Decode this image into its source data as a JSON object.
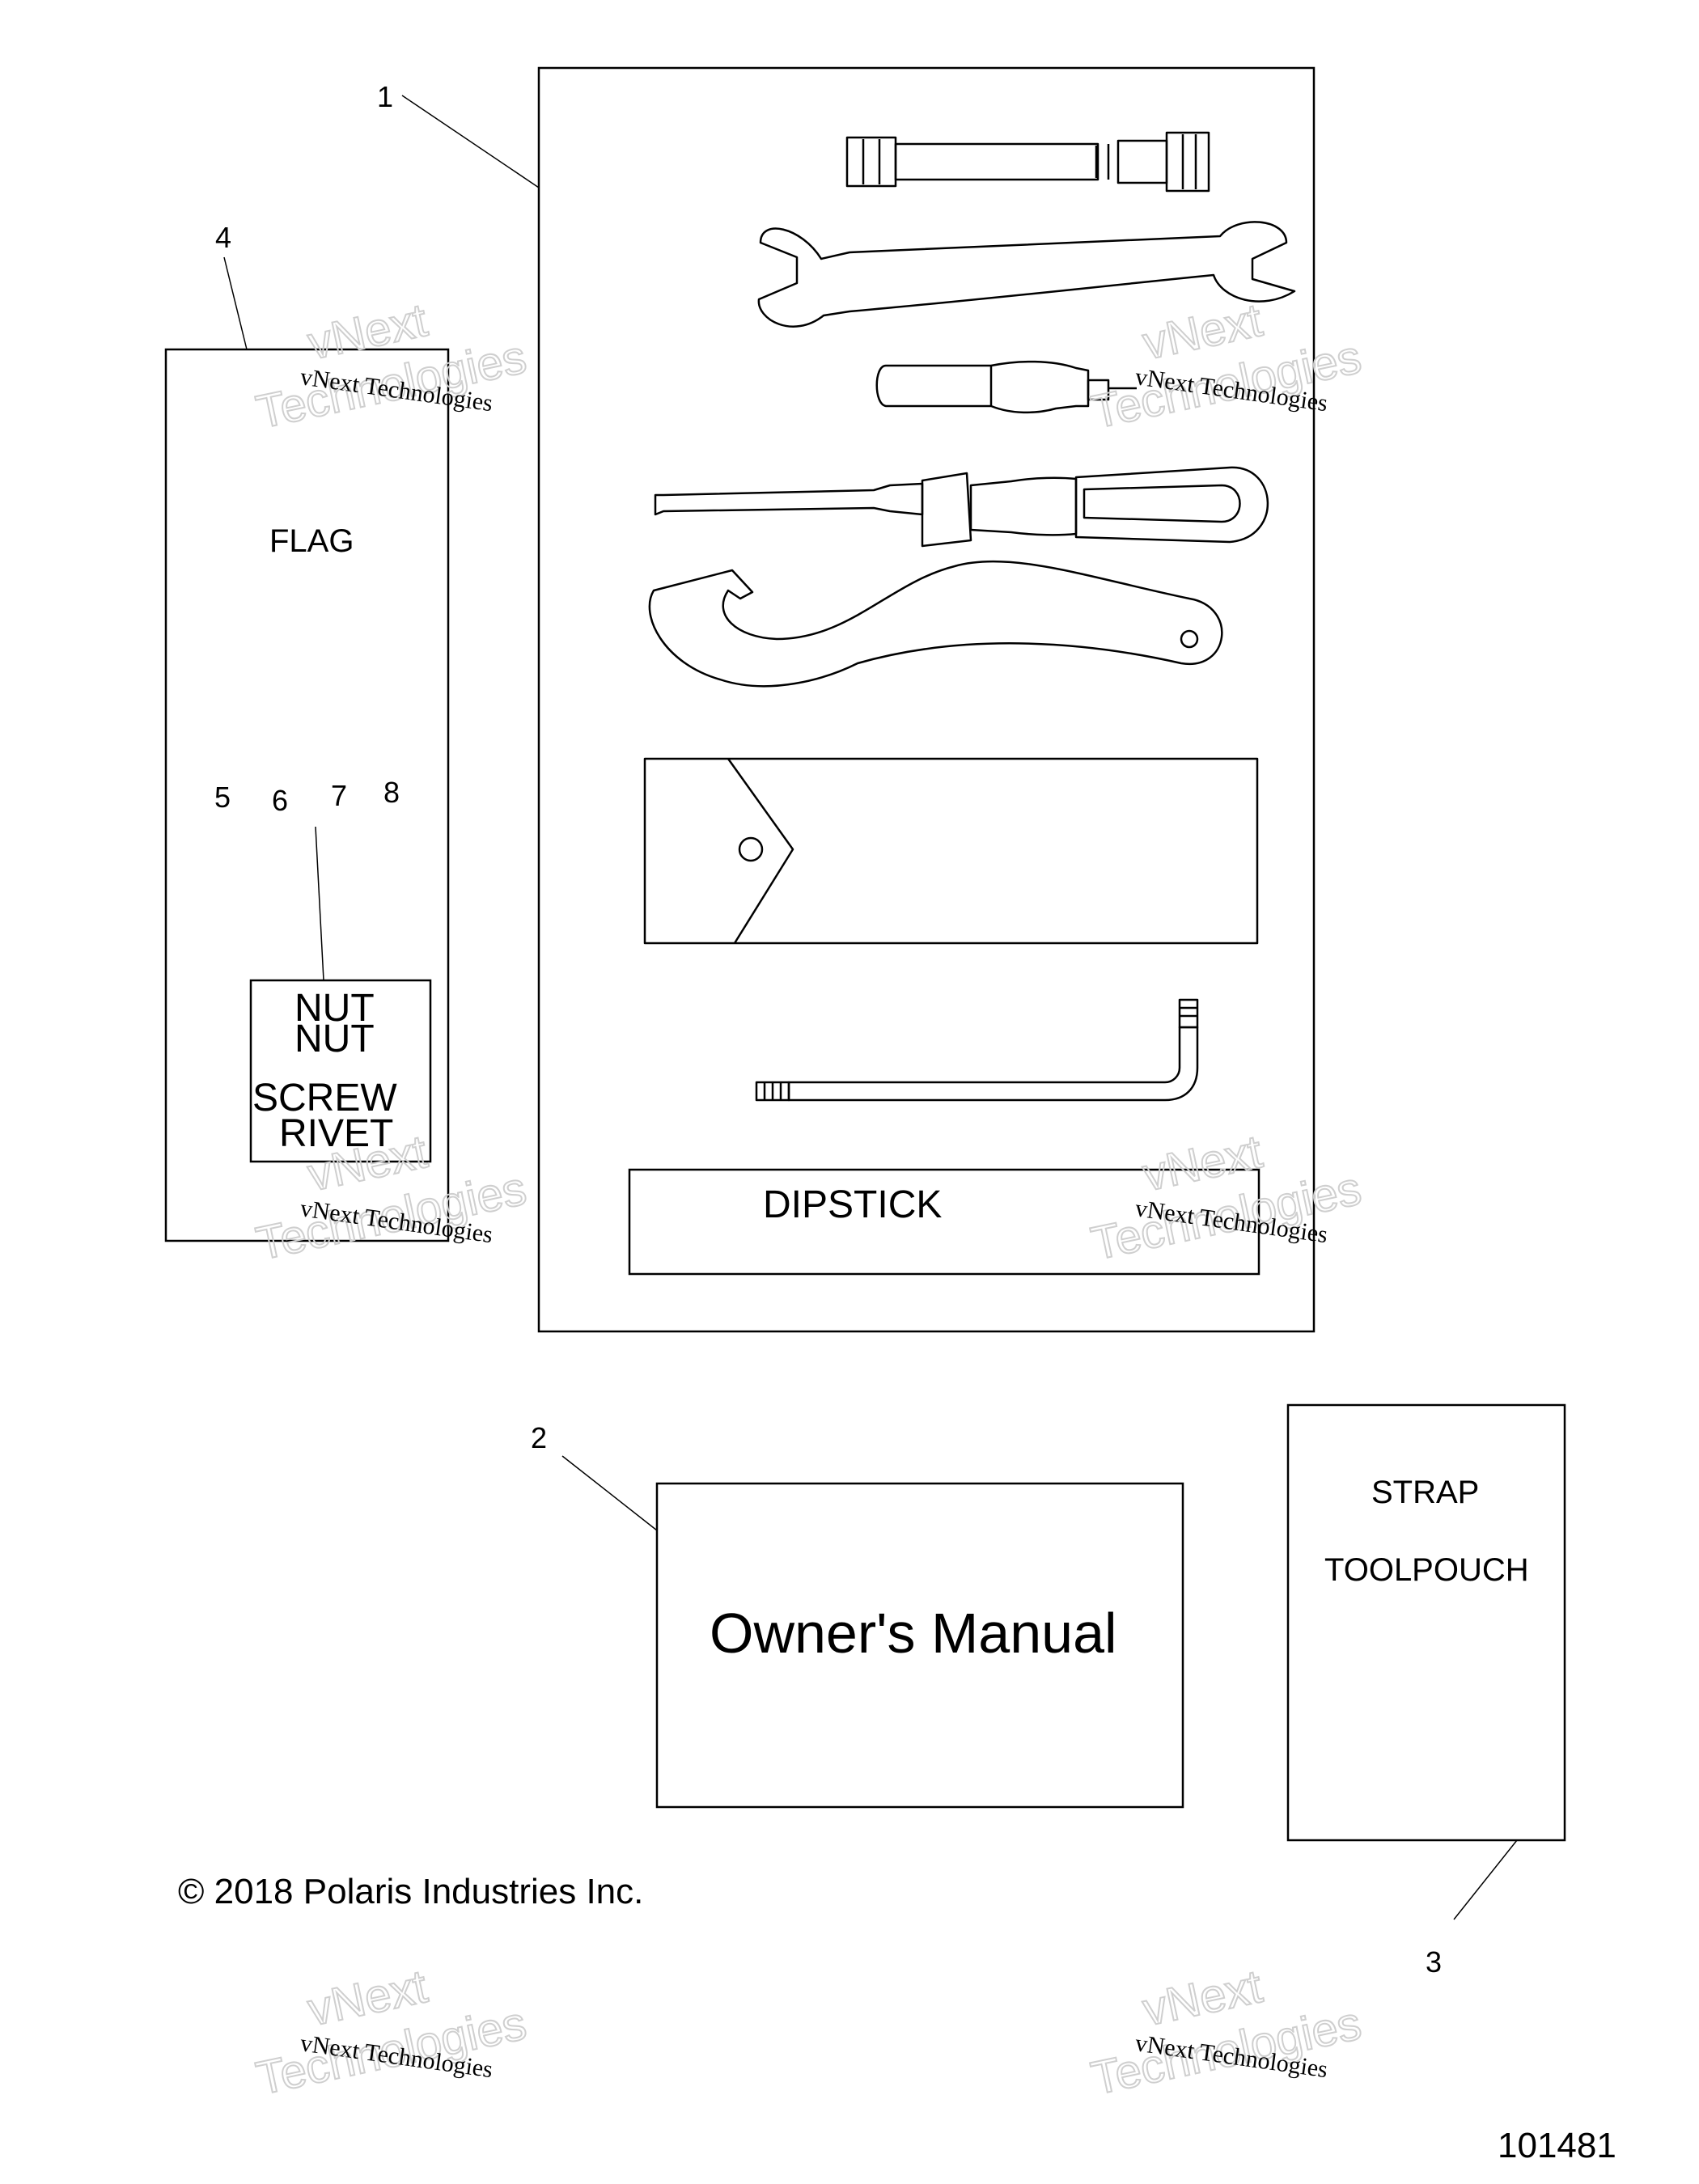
{
  "callouts": {
    "c1": "1",
    "c2": "2",
    "c3": "3",
    "c4": "4",
    "c5": "5",
    "c6": "6",
    "c7": "7",
    "c8": "8"
  },
  "labels": {
    "flag": "FLAG",
    "nut_1": "NUT",
    "nut_2": "NUT",
    "screw": "SCREW",
    "rivet": "RIVET",
    "dipstick": "DIPSTICK",
    "owners_manual": "Owner's Manual",
    "strap": "STRAP",
    "toolpouch": "TOOLPOUCH"
  },
  "copyright": "© 2018 Polaris Industries Inc.",
  "figure_number": "101481",
  "watermark": {
    "line1": "vNext",
    "line2": "Technologies",
    "small": "vNext Technologies"
  }
}
